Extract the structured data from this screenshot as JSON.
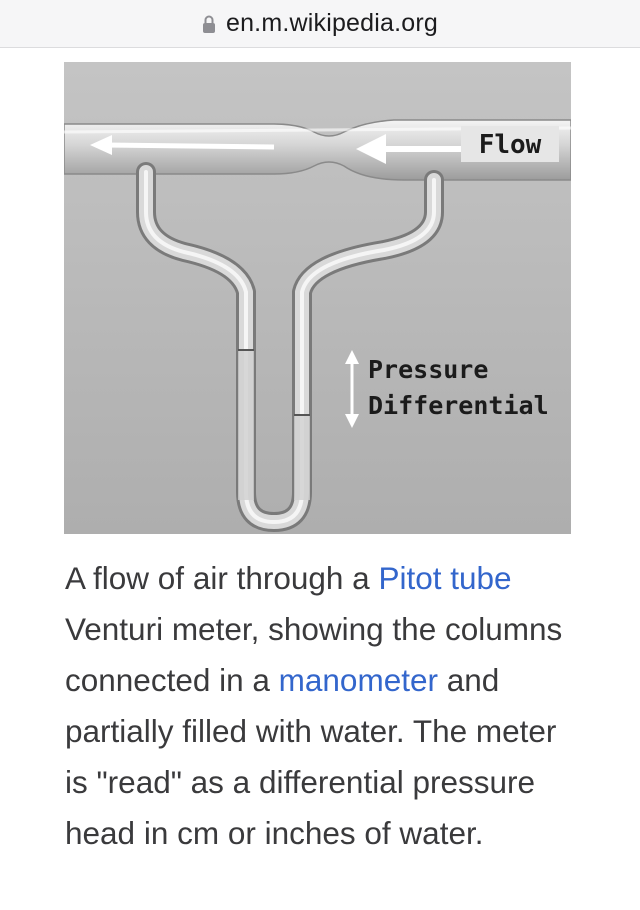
{
  "browser": {
    "url": "en.m.wikipedia.org",
    "lock_icon": "lock-icon"
  },
  "figure": {
    "flow_label": "Flow",
    "pressure_label_line1": "Pressure",
    "pressure_label_line2": "Differential"
  },
  "caption": {
    "part1": "A flow of air through a ",
    "link1": "Pitot tube",
    "part2": " Venturi meter, showing the columns connected in a ",
    "link2": "manometer",
    "part3": " and partially filled with water. The meter is \"read\" as a differential pressure head in cm or inches of water.",
    "link_color": "#3366cc"
  }
}
